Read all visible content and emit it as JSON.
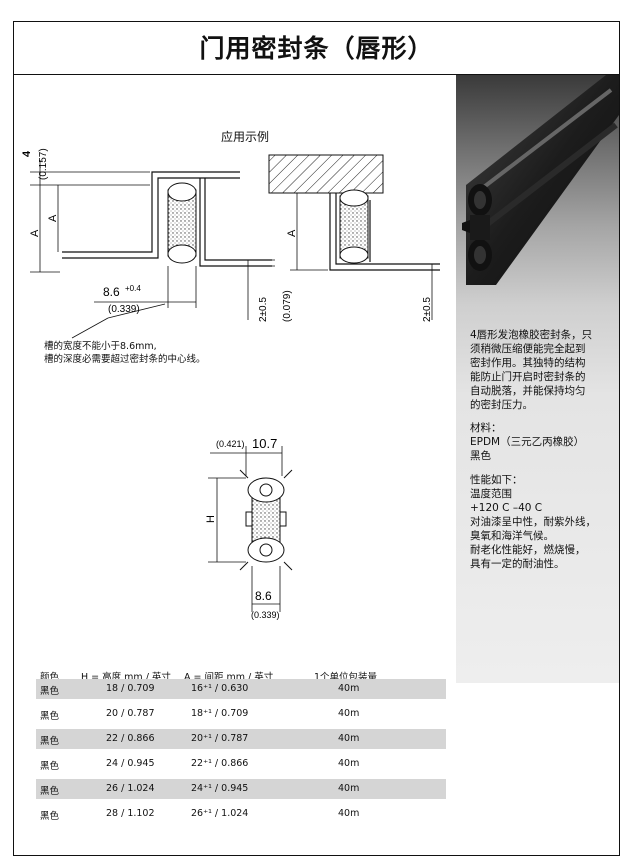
{
  "title": "门用密封条（唇形）",
  "application_label": "应用示例",
  "drawing_labels": {
    "dim_4": "4",
    "dim_0157": "(0.157)",
    "dim_A": "A",
    "dim_86_top": "8.6",
    "dim_86_tol": "+0.4",
    "dim_0339": "(0.339)",
    "dim_2_05": "2±0.5",
    "dim_0079": "(0.079)",
    "dim_0421": "(0.421)",
    "dim_107": "10.7",
    "dim_H": "H",
    "dim_86_bottom": "8.6"
  },
  "groove_note": [
    "槽的宽度不能小于8.6mm,",
    "槽的深度必需要超过密封条的中心线。"
  ],
  "description": {
    "intro": [
      "4唇形发泡橡胶密封条，只",
      "须稍微压缩便能完全起到",
      "密封作用。其独特的结构",
      "能防止门开启时密封条的",
      "自动脱落，并能保持均匀",
      "的密封压力。"
    ],
    "material_title": "材料：",
    "material_lines": [
      "EPDM（三元乙丙橡胶）",
      "黑色"
    ],
    "properties_title": "性能如下：",
    "properties_lines": [
      "温度范围",
      "+120 C –40 C",
      "对油漆呈中性，耐紫外线，",
      "臭氧和海洋气候。",
      "耐老化性能好，燃烧慢，",
      "具有一定的耐油性。"
    ]
  },
  "table": {
    "headers": [
      "颜色",
      "H = 高度 mm / 英寸",
      "A = 间距 mm / 英寸",
      "1个单位包装量"
    ],
    "rows": [
      [
        "黑色",
        "18 / 0.709",
        "16⁺¹ / 0.630",
        "40m"
      ],
      [
        "黑色",
        "20 / 0.787",
        "18⁺¹ / 0.709",
        "40m"
      ],
      [
        "黑色",
        "22 / 0.866",
        "20⁺¹ / 0.787",
        "40m"
      ],
      [
        "黑色",
        "24 / 0.945",
        "22⁺¹ / 0.866",
        "40m"
      ],
      [
        "黑色",
        "26 / 1.024",
        "24⁺¹ / 0.945",
        "40m"
      ],
      [
        "黑色",
        "28 / 1.102",
        "26⁺¹ / 1.024",
        "40m"
      ]
    ]
  }
}
